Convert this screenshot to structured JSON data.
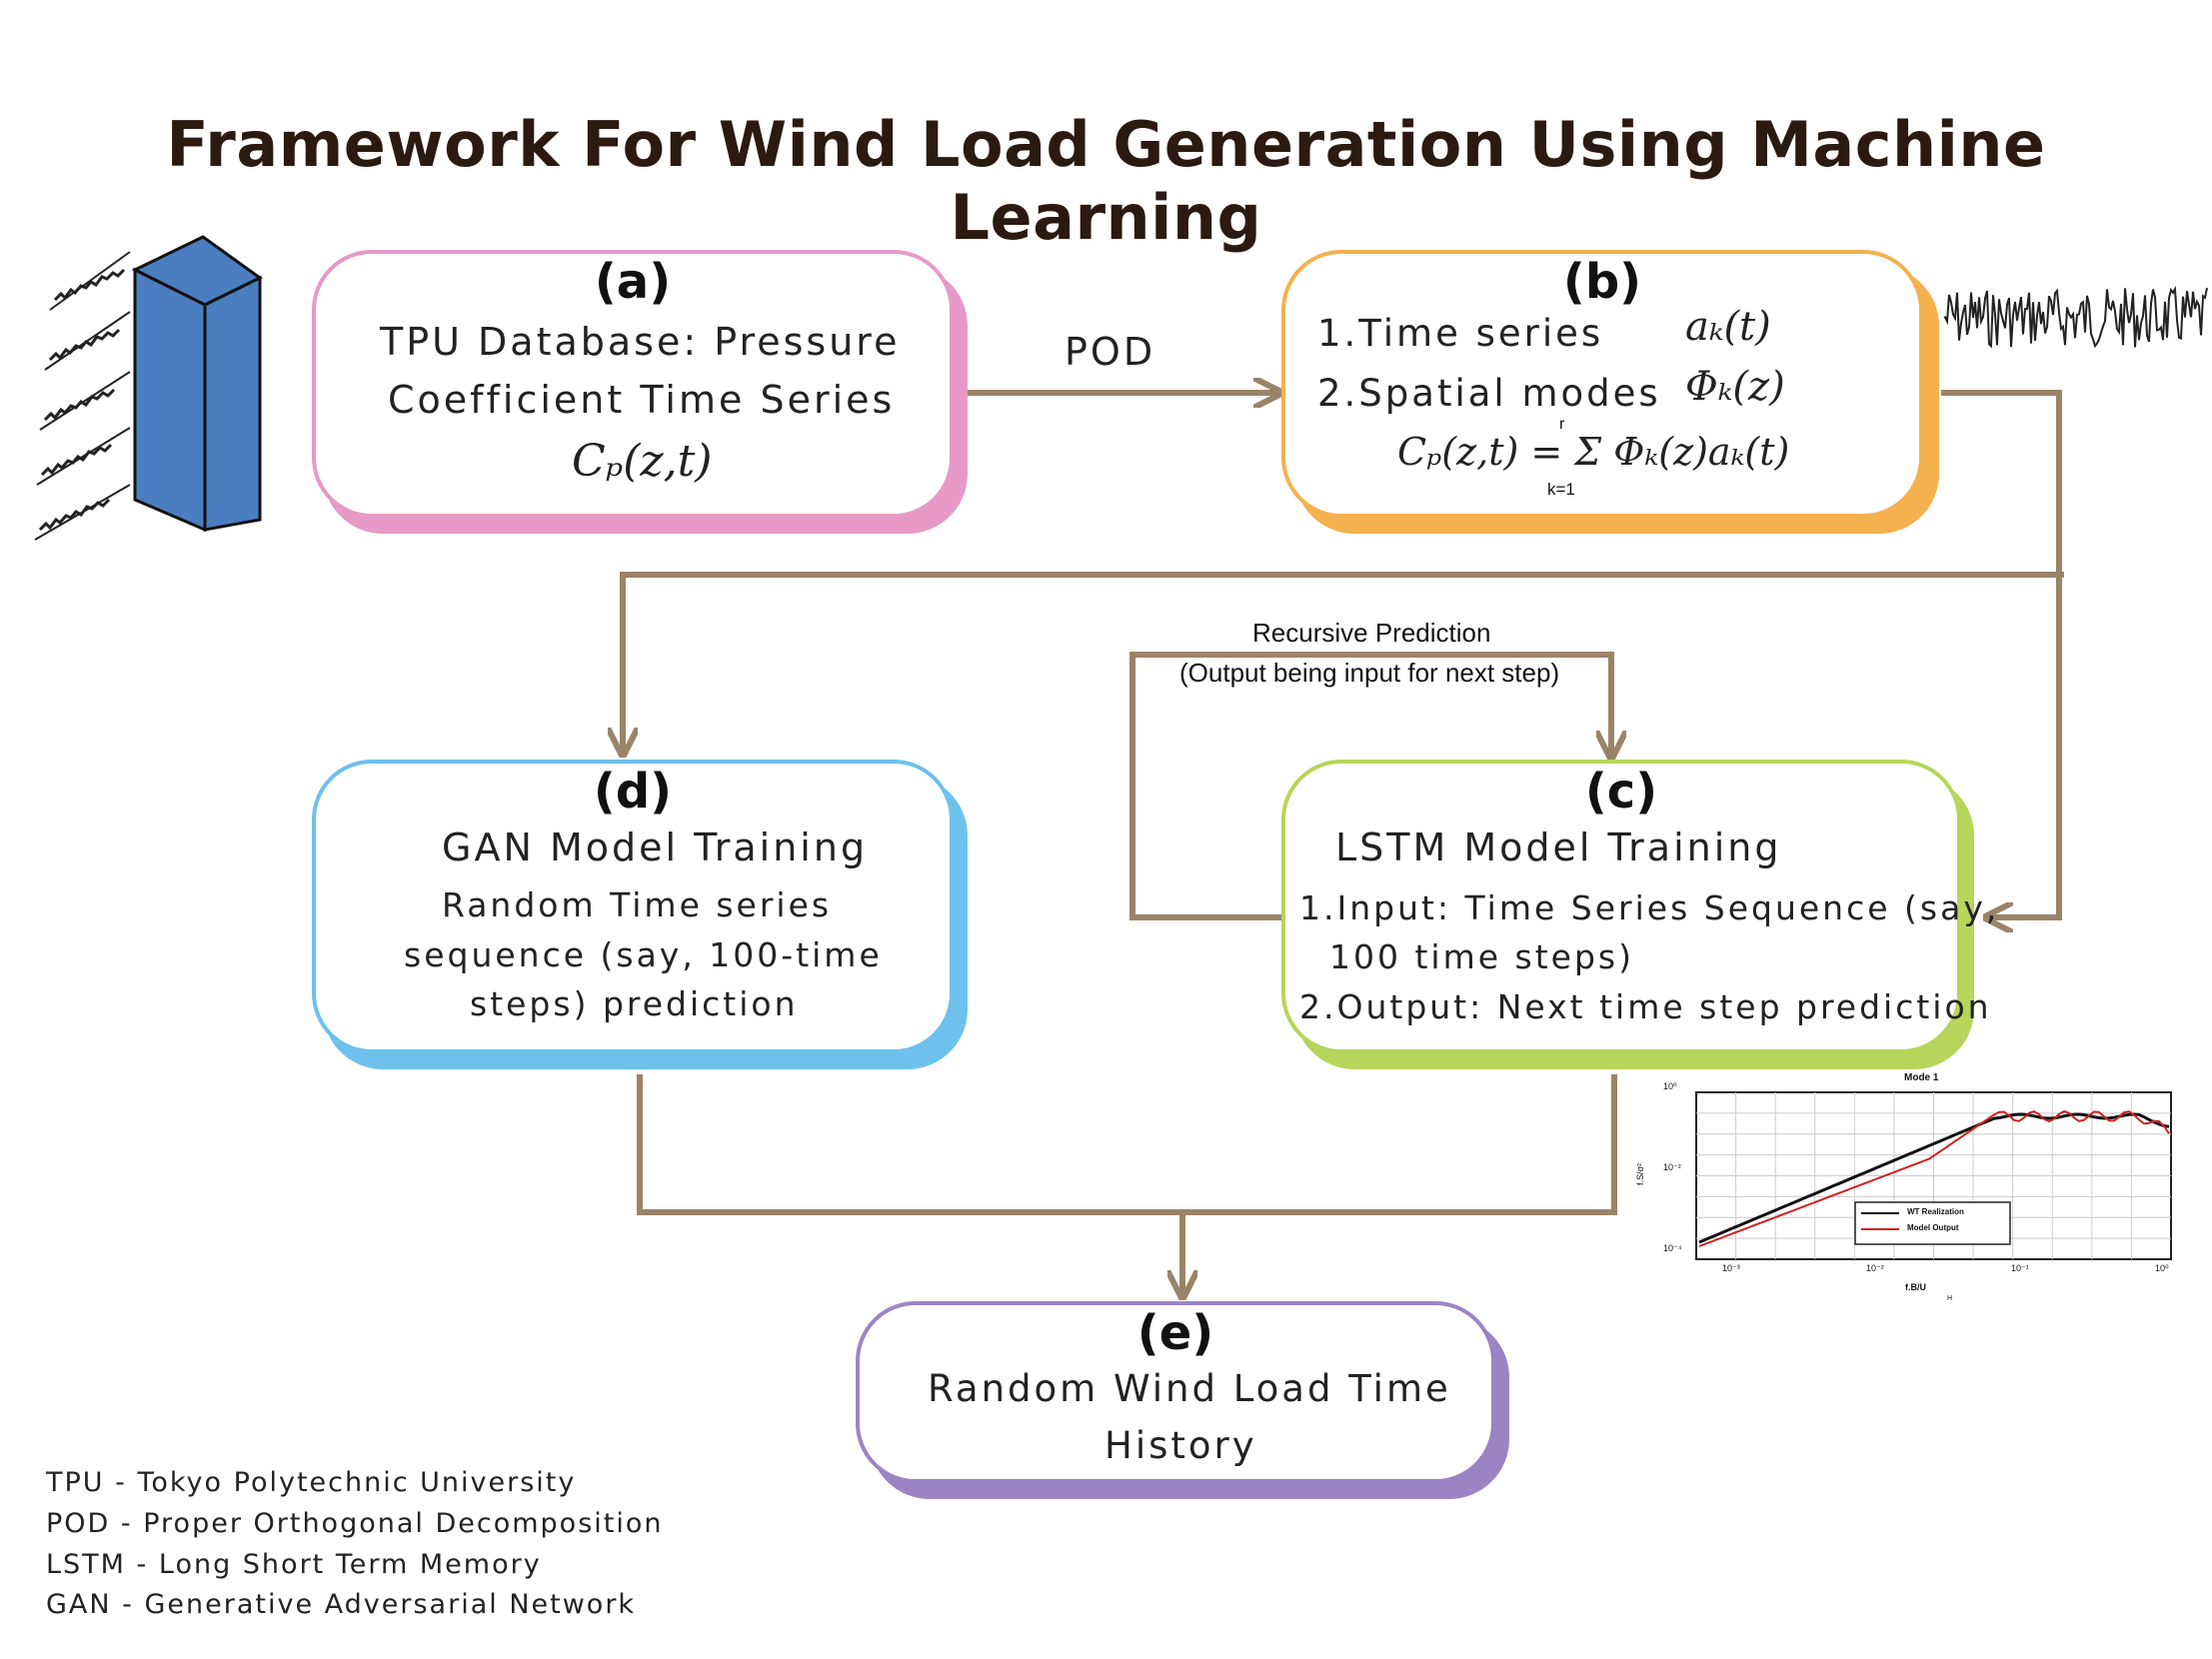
{
  "title": "Framework For Wind Load Generation Using Machine Learning",
  "colors": {
    "arrow": "#9a8469",
    "pink": "#e79ac7",
    "orange": "#f5b14e",
    "blue": "#6ec1ec",
    "green": "#b6d55a",
    "purple": "#9b84c4",
    "building": "#4a7ec0"
  },
  "icons": [
    "building-icon",
    "wind-profile-icon",
    "time-series-icon",
    "psd-plot-icon"
  ],
  "box_a": {
    "label": "(a)",
    "line1": "TPU Database: Pressure",
    "line2": "Coefficient Time Series",
    "formula": "Cₚ(z,t)"
  },
  "pod_label": "POD",
  "box_b": {
    "label": "(b)",
    "item1": "1.Time series",
    "item2": "2.Spatial modes",
    "sym1": "aₖ(t)",
    "sym2": "Φₖ(z)",
    "formula": "Cₚ(z,t) = Σ Φₖ(z)aₖ(t)",
    "sum_top": "r",
    "sum_bottom": "k=1"
  },
  "recursive": {
    "line1": "Recursive Prediction",
    "line2": "(Output being input for next step)"
  },
  "box_d": {
    "label": "(d)",
    "heading": "GAN Model Training",
    "line1": "Random Time series",
    "line2": "sequence (say, 100-time",
    "line3": "steps) prediction"
  },
  "box_c": {
    "label": "(c)",
    "heading": "LSTM Model Training",
    "line1": "1.Input: Time Series Sequence (say,",
    "line2": "100 time steps)",
    "line3": "2.Output: Next time step prediction"
  },
  "box_e": {
    "label": "(e)",
    "line1": "Random Wind Load Time",
    "line2": "History"
  },
  "legend": [
    "TPU - Tokyo Polytechnic University",
    "POD - Proper Orthogonal Decomposition",
    "LSTM - Long Short Term Memory",
    "GAN - Generative Adversarial Network"
  ],
  "psd_chart": {
    "title": "Mode 1",
    "xlabel": "f.B/U",
    "xlabel_sub": "H",
    "ylabel": "f.S/σ²",
    "yticks": [
      "10⁰",
      "10⁻²",
      "10⁻⁴"
    ],
    "xticks": [
      "10⁻³",
      "10⁻²",
      "10⁻¹",
      "10⁰"
    ],
    "legend": [
      "WT Realization",
      "Model Output"
    ]
  }
}
